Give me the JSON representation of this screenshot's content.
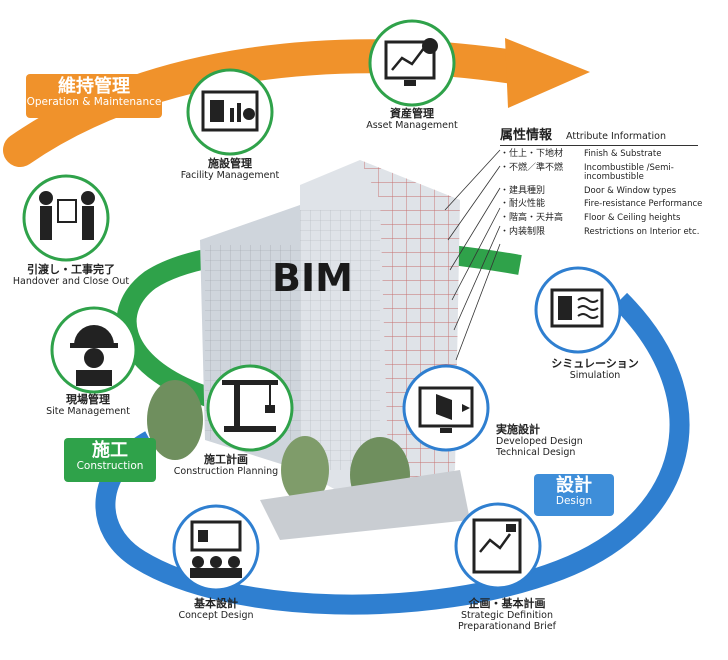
{
  "center_label": "BIM",
  "phases": {
    "operation": {
      "jp": "維持管理",
      "en": "Operation & Maintenance",
      "color": "#F0922B"
    },
    "construction": {
      "jp": "施工",
      "en": "Construction",
      "color": "#2FA24A"
    },
    "design": {
      "jp": "設計",
      "en": "Design",
      "color": "#3E8ED9"
    }
  },
  "nodes": [
    {
      "id": "asset",
      "jp": "資産管理",
      "en": "Asset Management",
      "icon": "monitor-chart-yen-icon"
    },
    {
      "id": "facility",
      "jp": "施設管理",
      "en": "Facility Management",
      "icon": "building-dashboard-icon"
    },
    {
      "id": "handover",
      "jp": "引渡し・工事完了",
      "en": "Handover and Close Out",
      "icon": "people-handover-icon"
    },
    {
      "id": "site",
      "jp": "現場管理",
      "en": "Site Management",
      "icon": "hardhat-worker-icon"
    },
    {
      "id": "construction_planning",
      "jp": "施工計画",
      "en": "Construction Planning",
      "icon": "crane-icon"
    },
    {
      "id": "simulation",
      "jp": "シミュレーション",
      "en": "Simulation",
      "icon": "simulation-panel-icon"
    },
    {
      "id": "developed",
      "jp": "実施設計",
      "en": "Developed Design",
      "en2": "Technical Design",
      "icon": "monitor-3d-model-icon"
    },
    {
      "id": "concept",
      "jp": "基本設計",
      "en": "Concept Design",
      "icon": "presentation-audience-icon"
    },
    {
      "id": "strategic",
      "jp": "企画・基本計画",
      "en": "Strategic Definition",
      "en2": "Preparationand Brief",
      "icon": "tablet-checklist-icon"
    }
  ],
  "attributes": {
    "title_jp": "属性情報",
    "title_en": "Attribute Information",
    "rows": [
      {
        "jp": "・仕上・下地材",
        "en": "Finish & Substrate"
      },
      {
        "jp": "・不燃／準不燃",
        "en": "Incombustible /Semi-incombustible"
      },
      {
        "jp": "・建具種別",
        "en": "Door & Window types"
      },
      {
        "jp": "・耐火性能",
        "en": "Fire-resistance Performance"
      },
      {
        "jp": "・階高・天井高",
        "en": "Floor & Ceiling heights"
      },
      {
        "jp": "・内装制限",
        "en": "Restrictions on Interior etc."
      }
    ]
  }
}
